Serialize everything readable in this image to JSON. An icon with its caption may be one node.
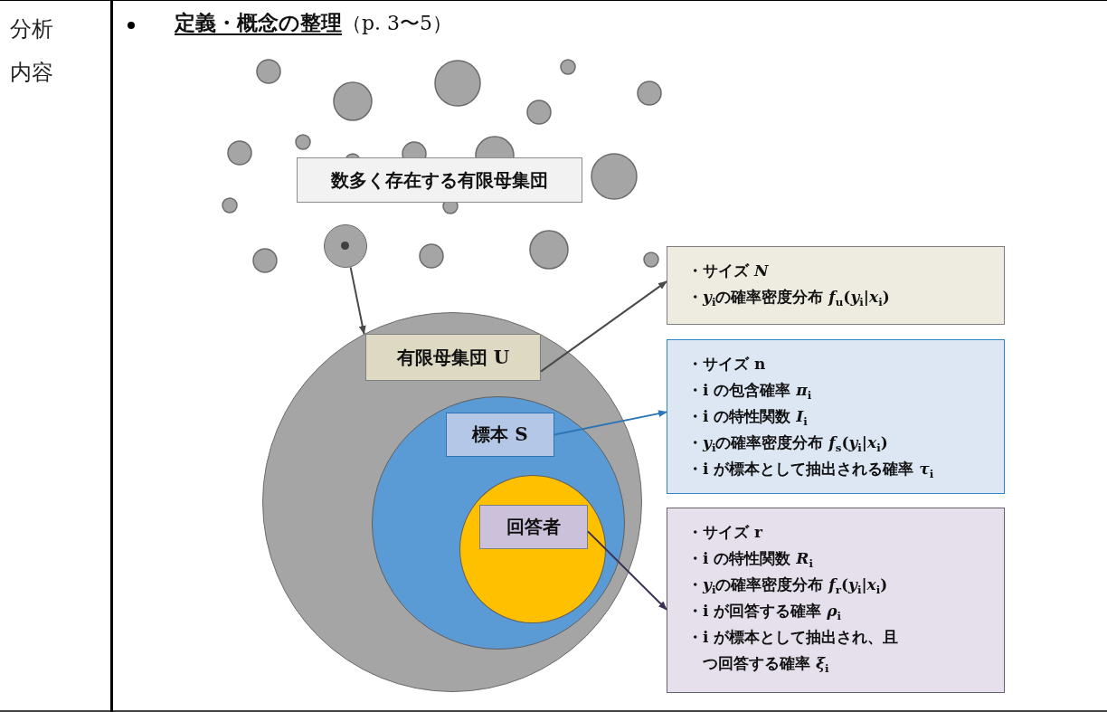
{
  "diagram": {
    "title": "定義・概念の整理",
    "nodes": [
      {
        "text": [
          "数多く存在する有限母集団"
        ]
      },
      {
        "text": [],
        "shape": "circle"
      },
      {
        "text": [],
        "shape": "circle"
      },
      {
        "text": [
          "有限母集団 U"
        ],
        "in": 2
      },
      {
        "text": [],
        "shape": "circle",
        "in": 2
      },
      {
        "text": [
          "標本 S"
        ],
        "in": 4
      },
      {
        "text": [],
        "shape": "circle",
        "in": 4
      },
      {
        "text": [
          "回答者"
        ],
        "in": 6
      },
      {
        "text": [
          "・サイズ *N*",
          "・*y*$_{i}$の確率密度分布 *f*$_{u}$(*y*$_{i}$|*x*$_{i}$)"
        ]
      },
      {
        "text": [
          "・サイズ n",
          "・i の包含確率 *π*$_{i}$",
          "・i の特性関数 *I*$_{i}$",
          "・*y*$_{i}$の確率密度分布 *f*$_{s}$(*y*$_{i}$|*x*$_{i}$)",
          "・i が標本として抽出される確率 *τ*$_{i}$"
        ]
      },
      {
        "text": [
          "・サイズ r",
          "・i の特性関数 *R*$_{i}$",
          "・*y*$_{i}$の確率密度分布 *f*$_{r}$(*y*$_{i}$|*x*$_{i}$)",
          "・i が回答する確率 *ρ*$_{i}$",
          "・i が標本として抽出され、且つ回答する確率 *ξ*$_{i}$"
        ]
      }
    ],
    "edges": [
      {
        "from": 1,
        "to": 2,
        "arrow": "to"
      },
      {
        "from": 3,
        "to": 8,
        "arrow": "to"
      },
      {
        "from": 5,
        "to": 9,
        "arrow": "to",
        "color": "#2e75b6"
      },
      {
        "from": 7,
        "to": 10,
        "arrow": "to",
        "color": "#3c3055"
      }
    ],
    "labels": [
      "分析内容",
      "（p. 3〜5）"
    ]
  }
}
